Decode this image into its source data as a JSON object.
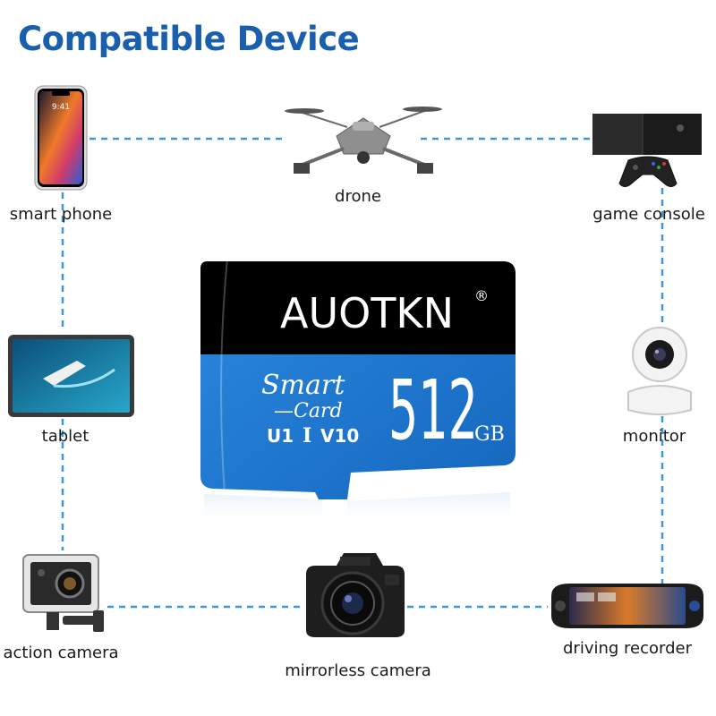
{
  "title": "Compatible Device",
  "card": {
    "brand": "AUOTKN",
    "registered": "®",
    "line1": "Smart",
    "line2": "—Card",
    "capacity": "512",
    "unit": "GB",
    "speed_u": "U1",
    "speed_class": "I",
    "speed_v": "V10",
    "colors": {
      "top": "#000000",
      "bottom": "#1e7fd6"
    }
  },
  "phone": {
    "time": "9:41"
  },
  "devices": [
    {
      "id": "smart-phone",
      "label": "smart phone"
    },
    {
      "id": "drone",
      "label": "drone"
    },
    {
      "id": "game-console",
      "label": "game console"
    },
    {
      "id": "tablet",
      "label": "tablet"
    },
    {
      "id": "monitor",
      "label": "monitor"
    },
    {
      "id": "action-camera",
      "label": "action camera"
    },
    {
      "id": "mirrorless-camera",
      "label": "mirrorless camera"
    },
    {
      "id": "driving-recorder",
      "label": "driving recorder"
    }
  ],
  "colors": {
    "accent": "#1a5fae",
    "dashed_line": "#3c97d6"
  }
}
